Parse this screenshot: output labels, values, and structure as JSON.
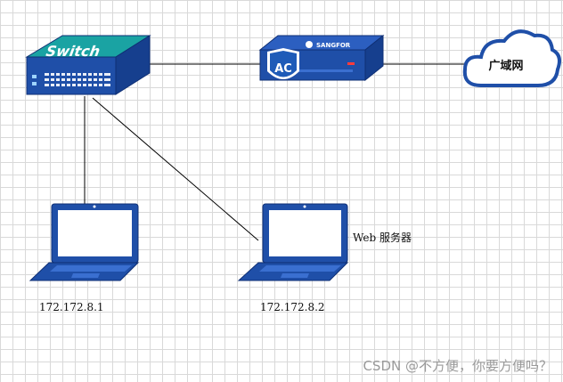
{
  "devices": {
    "switch": {
      "brand_text": "Switch",
      "icon": "network-switch"
    },
    "controller": {
      "brand_text": "SANGFOR",
      "badge_text": "AC",
      "icon": "access-controller"
    },
    "cloud": {
      "label": "广域网",
      "icon": "cloud"
    },
    "laptop_left": {
      "ip": "172.172.8.1",
      "icon": "laptop"
    },
    "laptop_right": {
      "ip": "172.172.8.2",
      "role_label": "Web 服务器",
      "icon": "laptop"
    }
  },
  "watermark": "CSDN @不方便，你要方便吗？",
  "colors": {
    "device_blue": "#1f4fa8",
    "device_dark": "#0f2f74",
    "switch_teal": "#1aa3a3",
    "link_line": "#000000"
  }
}
